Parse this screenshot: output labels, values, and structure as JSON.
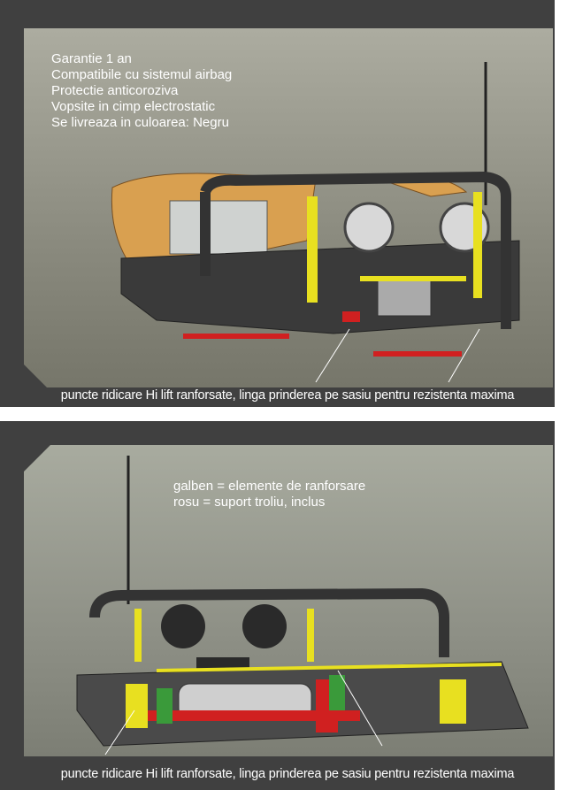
{
  "panel_top": {
    "features": [
      "Garantie 1 an",
      "Compatibile cu sistemul airbag",
      "Protectie anticoroziva",
      "Vopsite in cimp electrostatic",
      "Se livreaza in culoarea: Negru"
    ],
    "caption": "puncte ridicare Hi lift ranforsate, linga prinderea pe sasiu pentru rezistenta maxima"
  },
  "panel_bottom": {
    "legend": [
      "galben = elemente de ranforsare",
      "rosu = suport troliu, inclus"
    ],
    "caption": "puncte ridicare Hi lift ranforsate, linga prinderea pe sasiu pentru rezistenta maxima"
  },
  "colors": {
    "frame": "#404040",
    "reinforcement": "#e8e020",
    "winch_mount": "#d02020",
    "car_body": "#d9a050"
  }
}
